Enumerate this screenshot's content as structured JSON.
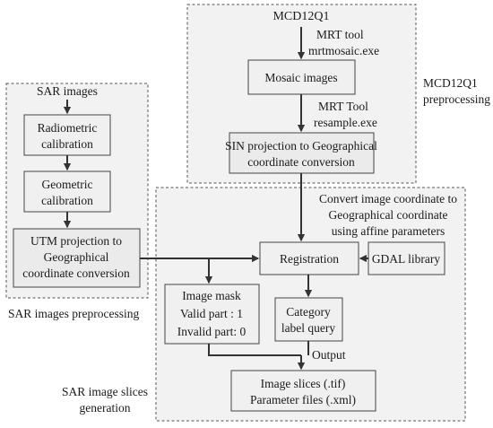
{
  "nodes": {
    "mcd12q1": "MCD12Q1",
    "mosaic": "Mosaic images",
    "sin_projection": [
      "SIN projection to Geographical",
      "coordinate conversion"
    ],
    "sar_images": "SAR images",
    "radiometric": [
      "Radiometric",
      "calibration"
    ],
    "geometric": [
      "Geometric",
      "calibration"
    ],
    "utm_projection": [
      "UTM projection to",
      "Geographical",
      "coordinate conversion"
    ],
    "registration": "Registration",
    "gdal": "GDAL library",
    "image_mask": [
      "Image mask",
      "Valid part :  1",
      "Invalid part: 0"
    ],
    "category_query": [
      "Category",
      "label query"
    ],
    "output_files": [
      "Image slices (.tif)",
      "Parameter files (.xml)"
    ]
  },
  "edge_labels": {
    "mrt_tool_1": [
      "MRT tool",
      "mrtmosaic.exe"
    ],
    "mrt_tool_2": [
      "MRT  Tool",
      "resample.exe"
    ],
    "affine": [
      "Convert image coordinate to",
      "Geographical coordinate",
      "using affine parameters"
    ],
    "output": "Output"
  },
  "regions": {
    "mcd12q1_pre": [
      "MCD12Q1",
      "preprocessing"
    ],
    "sar_pre": "SAR images preprocessing",
    "slices_gen": [
      "SAR image slices",
      "generation"
    ]
  }
}
